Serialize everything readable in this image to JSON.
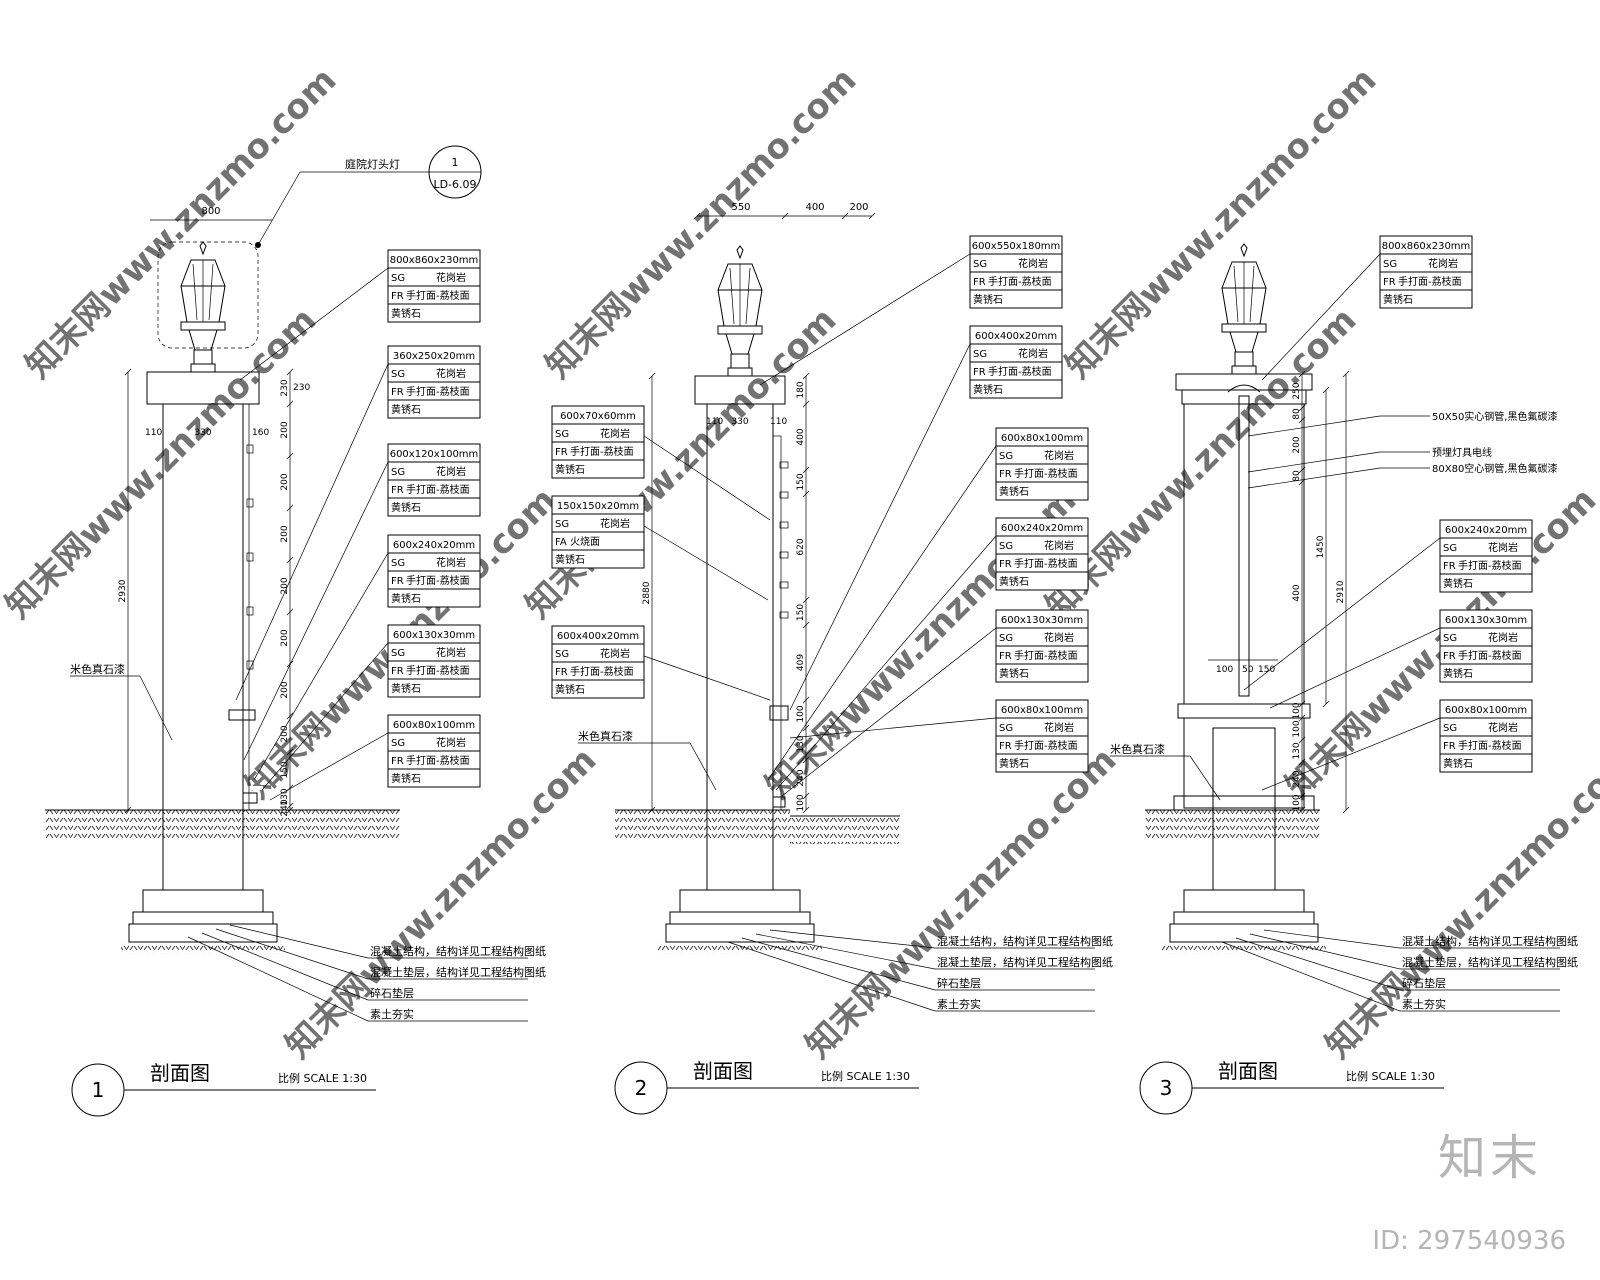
{
  "watermark_text": "知末网www.znzmo.com",
  "brand": {
    "logo": "知末",
    "id": "ID: 297540936"
  },
  "sections": [
    {
      "number": "1",
      "title": "剖面图",
      "scale": "比例 SCALE 1:30",
      "callout": {
        "label": "庭院灯头灯",
        "num": "1",
        "ref": "LD-6.09"
      },
      "top_dims": [
        "800"
      ],
      "dims": [
        "2930",
        "230",
        "110",
        "330",
        "160",
        "200",
        "200",
        "200",
        "200",
        "200",
        "200",
        "200",
        "150",
        "130",
        "240",
        "100"
      ],
      "spec_tables": [
        [
          "800x860x230mm",
          "SG 花岗岩",
          "FR 手打面-荔枝面",
          "黄锈石"
        ],
        [
          "360x250x20mm",
          "SG 花岗岩",
          "FR 手打面-荔枝面",
          "黄锈石"
        ],
        [
          "600x120x100mm",
          "SG 花岗岩",
          "FR 手打面-荔枝面",
          "黄锈石"
        ],
        [
          "600x240x20mm",
          "SG 花岗岩",
          "FR 手打面-荔枝面",
          "黄锈石"
        ],
        [
          "600x130x30mm",
          "SG 花岗岩",
          "FR 手打面-荔枝面",
          "黄锈石"
        ],
        [
          "600x80x100mm",
          "SG 花岗岩",
          "FR 手打面-荔枝面",
          "黄锈石"
        ]
      ],
      "side_label": "米色真石漆",
      "base_notes": [
        "混凝土结构，结构详见工程结构图纸",
        "混凝土垫层，结构详见工程结构图纸",
        "碎石垫层",
        "素土夯实"
      ]
    },
    {
      "number": "2",
      "title": "剖面图",
      "scale": "比例 SCALE 1:30",
      "top_dims": [
        "550",
        "400",
        "200"
      ],
      "dims": [
        "2880",
        "180",
        "110",
        "330",
        "110",
        "400",
        "150",
        "620",
        "150",
        "409",
        "100",
        "130",
        "240",
        "100"
      ],
      "spec_tables": [
        [
          "600x550x180mm",
          "SG 花岗岩",
          "FR 手打面-荔枝面",
          "黄锈石"
        ],
        [
          "600x400x20mm",
          "SG 花岗岩",
          "FR 手打面-荔枝面",
          "黄锈石"
        ],
        [
          "600x80x100mm",
          "SG 花岗岩",
          "FR 手打面-荔枝面",
          "黄锈石"
        ],
        [
          "600x240x20mm",
          "SG 花岗岩",
          "FR 手打面-荔枝面",
          "黄锈石"
        ],
        [
          "600x130x30mm",
          "SG 花岗岩",
          "FR 手打面-荔枝面",
          "黄锈石"
        ],
        [
          "600x80x100mm",
          "SG 花岗岩",
          "FR 手打面-荔枝面",
          "黄锈石"
        ]
      ],
      "left_tables": [
        [
          "600x70x60mm",
          "SG 花岗岩",
          "FR 手打面-荔枝面",
          "黄锈石"
        ],
        [
          "150x150x20mm",
          "SG 花岗岩",
          "FA 火烧面",
          "黄锈石"
        ],
        [
          "600x400x20mm",
          "SG 花岗岩",
          "FR 手打面-荔枝面",
          "黄锈石"
        ]
      ],
      "side_label": "米色真石漆",
      "base_notes": [
        "混凝土结构，结构详见工程结构图纸",
        "混凝土垫层，结构详见工程结构图纸",
        "碎石垫层",
        "素土夯实"
      ]
    },
    {
      "number": "3",
      "title": "剖面图",
      "scale": "比例 SCALE 1:30",
      "dims": [
        "2910",
        "1450",
        "250",
        "80",
        "200",
        "80",
        "400",
        "100",
        "50",
        "150",
        "100",
        "100",
        "130",
        "240",
        "100"
      ],
      "spec_tables": [
        [
          "800x860x230mm",
          "SG 花岗岩",
          "FR 手打面-荔枝面",
          "黄锈石"
        ],
        [
          "600x240x20mm",
          "SG 花岗岩",
          "FR 手打面-荔枝面",
          "黄锈石"
        ],
        [
          "600x130x30mm",
          "SG 花岗岩",
          "FR 手打面-荔枝面",
          "黄锈石"
        ],
        [
          "600x80x100mm",
          "SG 花岗岩",
          "FR 手打面-荔枝面",
          "黄锈石"
        ]
      ],
      "notes": [
        "50X50实心钢管,黑色氟碳漆",
        "预埋灯具电线",
        "80X80空心钢管,黑色氟碳漆"
      ],
      "side_label": "米色真石漆",
      "base_notes": [
        "混凝土结构，结构详见工程结构图纸",
        "混凝土垫层，结构详见工程结构图纸",
        "碎石垫层",
        "素土夯实"
      ]
    }
  ]
}
